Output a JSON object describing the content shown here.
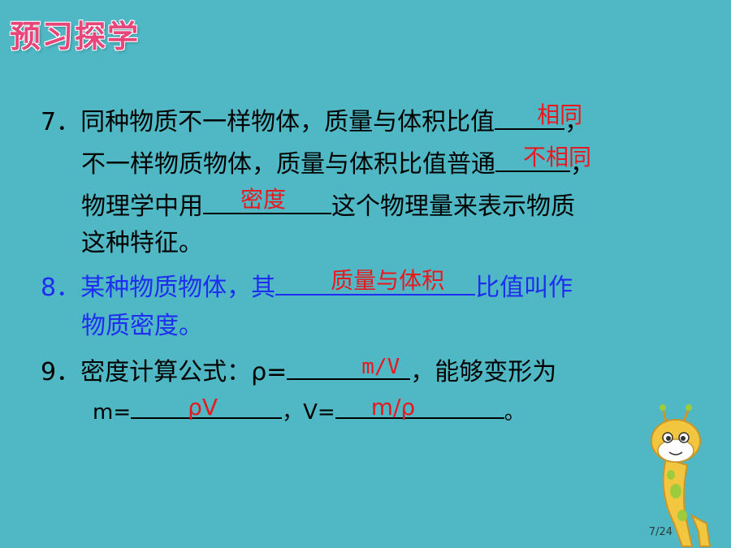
{
  "title": "预习探学",
  "q7": {
    "line1_prefix": "7．同种物质不一样物体，质量与体积比值",
    "line1_answer": "相同",
    "line1_suffix": "，",
    "line2_prefix": "不一样物质物体，质量与体积比值普通",
    "line2_answer": "不相同",
    "line2_suffix": "，",
    "line3_prefix": "物理学中用",
    "line3_answer": "密度",
    "line3_suffix": "这个物理量来表示物质",
    "line4": "这种特征。"
  },
  "q8": {
    "line1_prefix": "8．某种物质物体，其",
    "line1_answer": "质量与体积",
    "line1_suffix": "比值叫作",
    "line2": "物质密度。"
  },
  "q9": {
    "line1_prefix": "9．密度计算公式：ρ=",
    "line1_answer": "m/V",
    "line1_suffix": "，能够变形为",
    "line2_m_label": "m=",
    "line2_m_answer": "ρV",
    "line2_sep": "，V=",
    "line2_v_answer": "m/ρ",
    "line2_end": "。"
  },
  "page_number": "7/24",
  "colors": {
    "background": "#4fb8c4",
    "title": "#e8457a",
    "answer": "#e8181e",
    "q8_text": "#1e2ef0"
  }
}
